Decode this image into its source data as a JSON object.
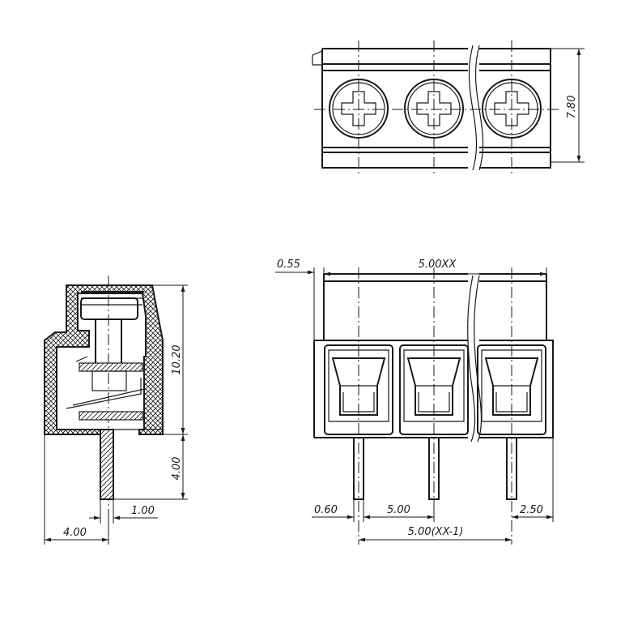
{
  "dimensions": {
    "height_top": "7.80",
    "pitch_total": "5.00XX",
    "offset": "0.55",
    "height_side": "10.20",
    "pin_length": "4.00",
    "pin_width": "1.00",
    "depth": "4.00",
    "pin_thickness": "0.60",
    "pitch": "5.00",
    "edge": "2.50",
    "pin_span": "5.00(XX-1)"
  },
  "colors": {
    "ink": "#1a1a1a",
    "paper": "#ffffff"
  }
}
